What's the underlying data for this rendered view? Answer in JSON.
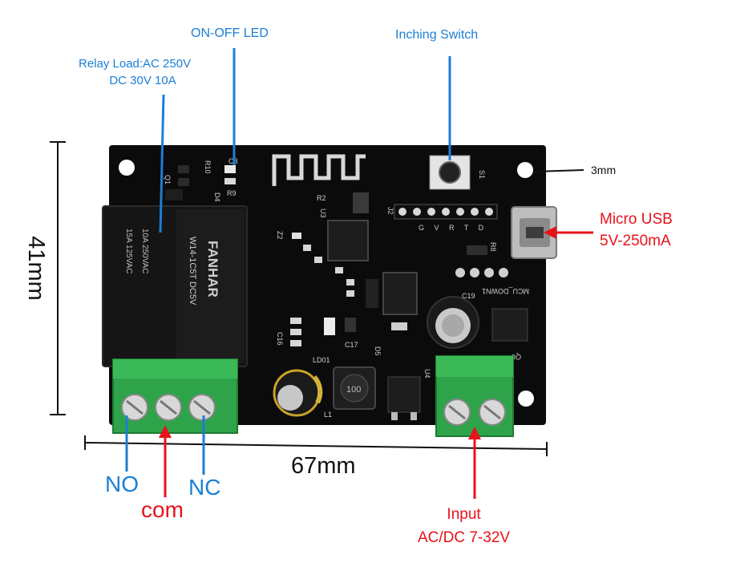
{
  "labels": {
    "relay_load_line1": "Relay Load:AC 250V",
    "relay_load_line2": "DC 30V 10A",
    "on_off_led": "ON-OFF LED",
    "inching_switch": "Inching Switch",
    "hole_size": "3mm",
    "micro_usb_line1": "Micro USB",
    "micro_usb_line2": "5V-250mA",
    "height_dim": "41mm",
    "width_dim": "67mm",
    "no": "NO",
    "com": "com",
    "nc": "NC",
    "input_line1": "Input",
    "input_line2": "AC/DC 7-32V"
  },
  "board_text": {
    "relay_brand": "FANHAR",
    "relay_model": "W14-1C5T DC5V",
    "relay_rating1": "10A 250VAC",
    "relay_rating2": "15A 125VAC",
    "header_pins": "G V R T D",
    "mcu_down": "MCU_DOWN1",
    "silk_s1": "S1",
    "silk_j2": "J2",
    "silk_c19": "C19",
    "silk_q6": "Q6",
    "silk_u4": "U4",
    "silk_l1": "L1",
    "silk_ld01": "LD01",
    "silk_q1": "Q1",
    "silk_d4": "D4",
    "silk_r10": "R10",
    "silk_r9": "R9",
    "silk_c3": "C3",
    "silk_r2": "R2",
    "silk_z2": "Z2",
    "silk_u3": "U3",
    "silk_r8": "R8",
    "silk_c16": "C16",
    "silk_c17": "C17",
    "silk_d5": "D5",
    "inductor_mark": "100"
  },
  "colors": {
    "blue_label": "#1a7fd6",
    "red_label": "#e8121b",
    "pcb": "#0b0b0b",
    "terminal": "#2fa34a",
    "relay": "#151515"
  }
}
